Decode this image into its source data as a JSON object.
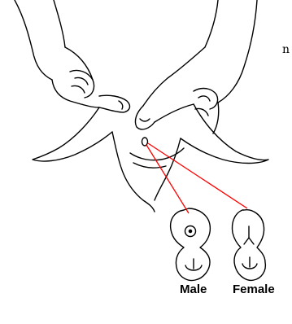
{
  "labels": {
    "male": "Male",
    "female": "Female",
    "edge_fragment": "n"
  },
  "colors": {
    "outline": "#000000",
    "pointer_lines": "#ff0000",
    "background": "#ffffff"
  }
}
